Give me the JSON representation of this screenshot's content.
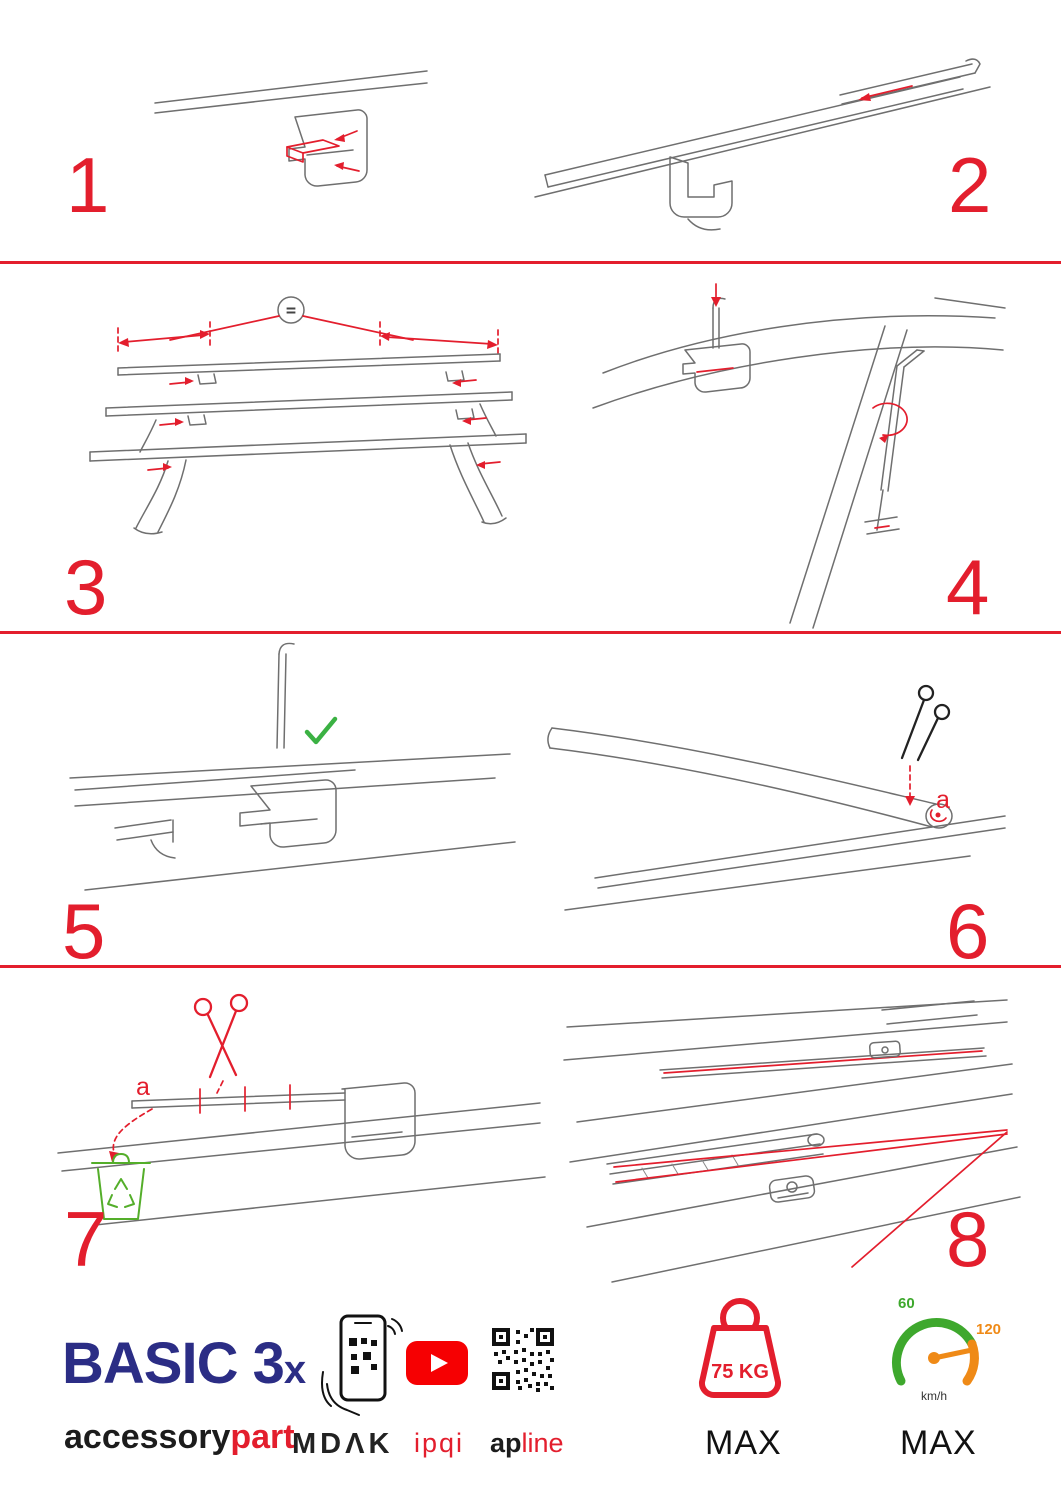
{
  "colors": {
    "accent_red": "#e31e2d",
    "drawing_grey": "#6f6f6f",
    "check_green": "#3bb143",
    "recycle_green": "#54ae2a",
    "brand_navy": "#2b2d85",
    "gauge_green": "#3ea82d",
    "gauge_orange": "#ef8a17",
    "youtube_red": "#f60002"
  },
  "steps": {
    "s1": {
      "number": "1"
    },
    "s2": {
      "number": "2"
    },
    "s3": {
      "number": "3",
      "equal": "="
    },
    "s4": {
      "number": "4"
    },
    "s5": {
      "number": "5"
    },
    "s6": {
      "number": "6",
      "label": "a"
    },
    "s7": {
      "number": "7",
      "label": "a"
    },
    "s8": {
      "number": "8"
    }
  },
  "icons": {
    "equal_badge": "equal-spacing-icon",
    "check": "checkmark-icon",
    "scissors_black": "scissors-icon",
    "scissors_red": "scissors-icon",
    "trash": "trash-recycle-icon",
    "phone": "phone-qr-scan-icon",
    "youtube": "youtube-play-icon",
    "qr": "qr-code-icon",
    "weight": "max-load-weight-icon",
    "speedometer": "speedometer-icon"
  },
  "footer": {
    "product_main": "BASIC 3",
    "product_x": "x",
    "brand_black": "accessory",
    "brand_red": "part",
    "logo_mdak": "MDΛK",
    "logo_ipqi": "ipqi",
    "logo_ap_black": "ap",
    "logo_ap_red": "line",
    "weight_value": "75 KG",
    "weight_max": "MAX",
    "speed_low": "60",
    "speed_high": "120",
    "speed_unit": "km/h",
    "speed_max": "MAX"
  }
}
